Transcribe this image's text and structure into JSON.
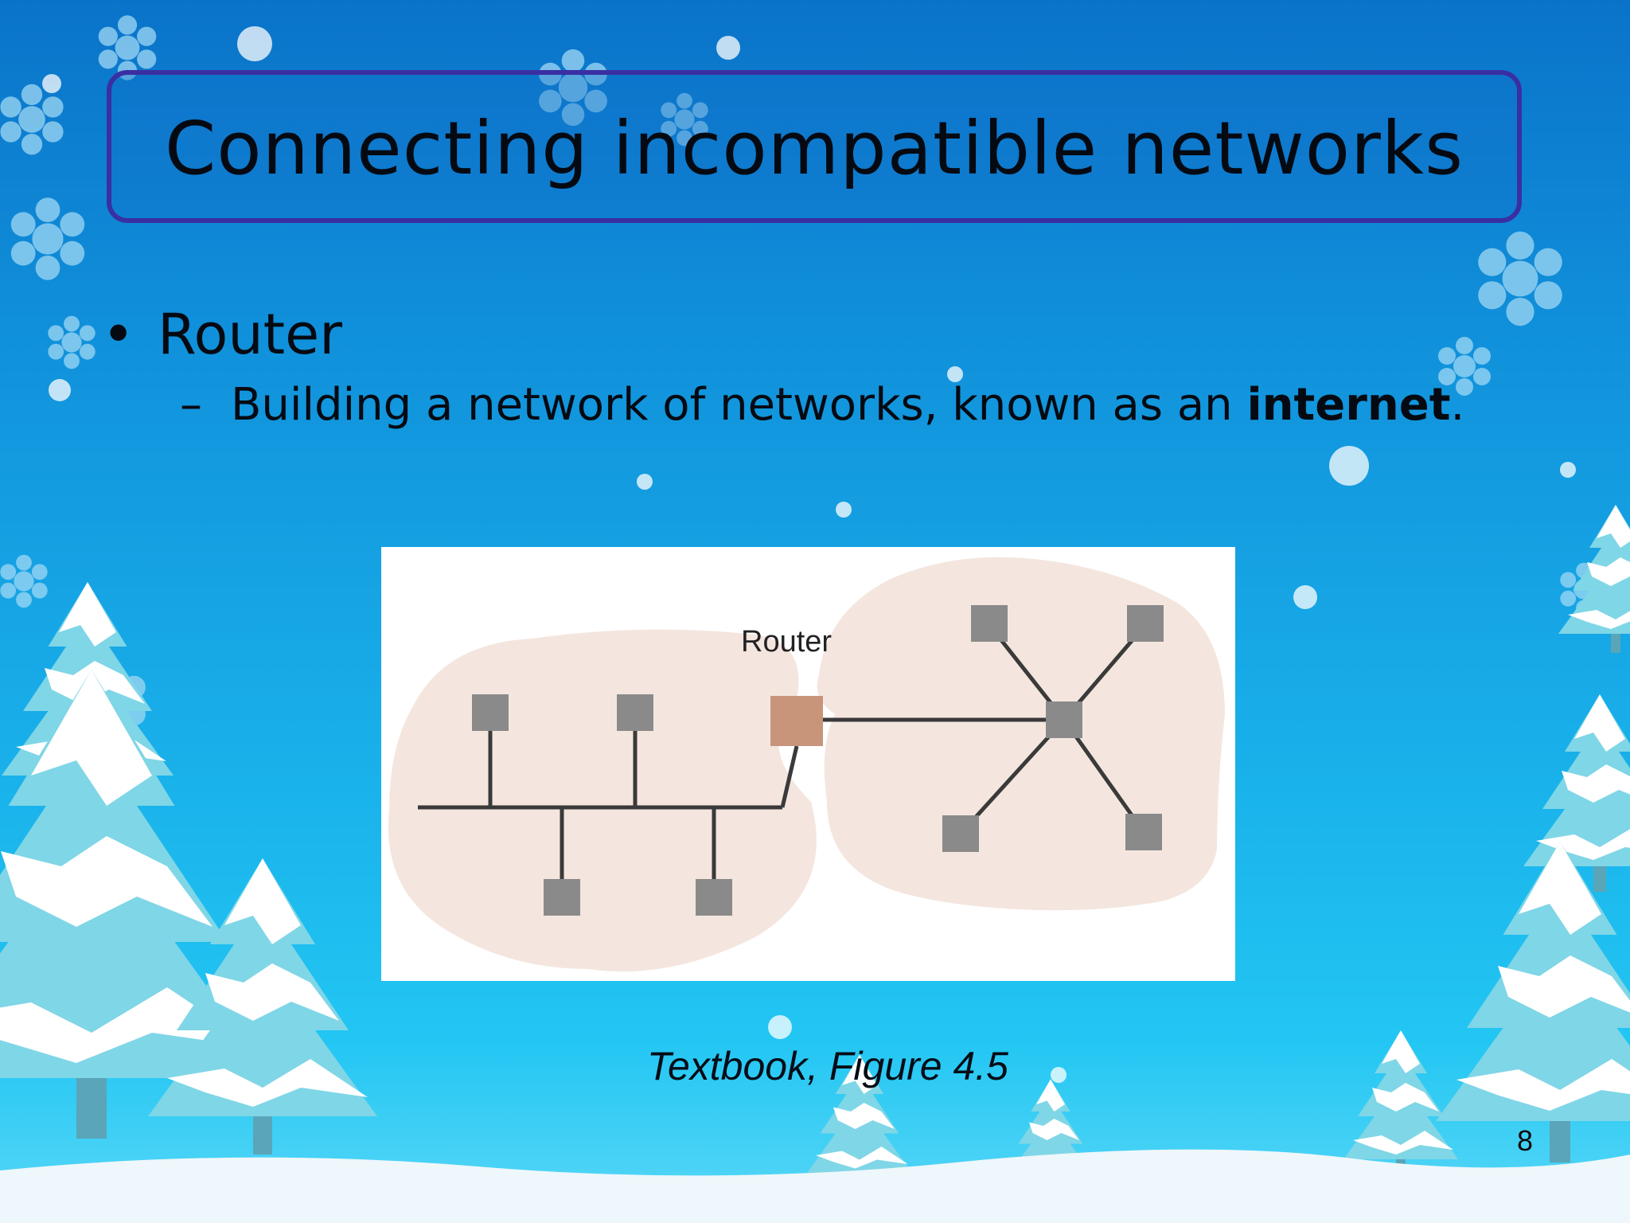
{
  "slide": {
    "title": "Connecting incompatible networks",
    "bullet": {
      "marker": "•",
      "text": "Router"
    },
    "sub_bullet": {
      "marker": "–",
      "text_before": "Building a network of networks, known as an ",
      "bold_text": "internet",
      "text_after": "."
    },
    "figure": {
      "router_label": "Router"
    },
    "caption": "Textbook, Figure 4.5",
    "page_number": "8"
  },
  "colors": {
    "title_border": "#3a2fa2",
    "router": "#c8957a",
    "node": "#8a8a8a",
    "cloud": "#f4e6df",
    "line": "#3a3a3a"
  },
  "icons": [
    "snowflake-icon",
    "snowy-tree-icon"
  ]
}
